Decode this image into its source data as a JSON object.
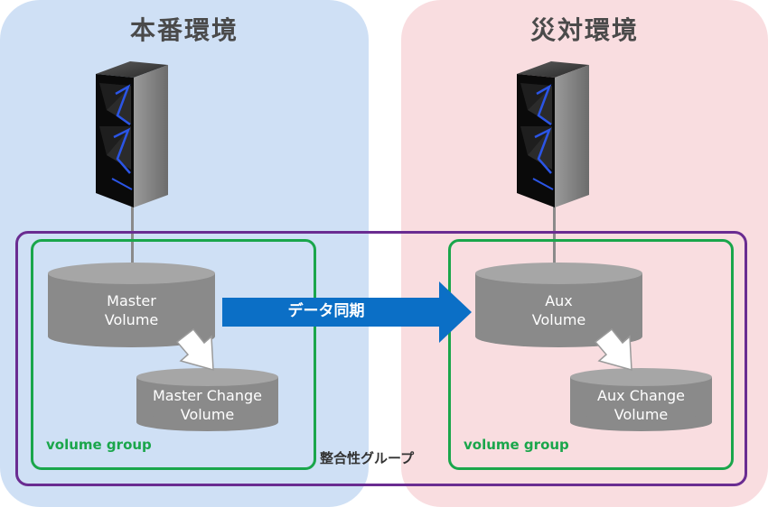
{
  "environments": {
    "production": {
      "title": "本番環境"
    },
    "disaster_recovery": {
      "title": "災対環境"
    }
  },
  "consistency_group": {
    "label": "整合性グループ"
  },
  "volume_groups": {
    "left": {
      "label": "volume group"
    },
    "right": {
      "label": "volume group"
    }
  },
  "volumes": {
    "master": {
      "line1": "Master",
      "line2": "Volume"
    },
    "master_change": {
      "line1": "Master Change",
      "line2": "Volume"
    },
    "aux": {
      "line1": "Aux",
      "line2": "Volume"
    },
    "aux_change": {
      "line1": "Aux Change",
      "line2": "Volume"
    }
  },
  "sync_arrow": {
    "label": "データ同期"
  },
  "colors": {
    "production_bg": "#cfe0f5",
    "dr_bg": "#f9dde0",
    "consistency_border": "#6a2c91",
    "volume_group_border": "#1aa64b",
    "arrow_blue": "#0b6fc6",
    "cylinder_gray": "#8a8a8a"
  }
}
